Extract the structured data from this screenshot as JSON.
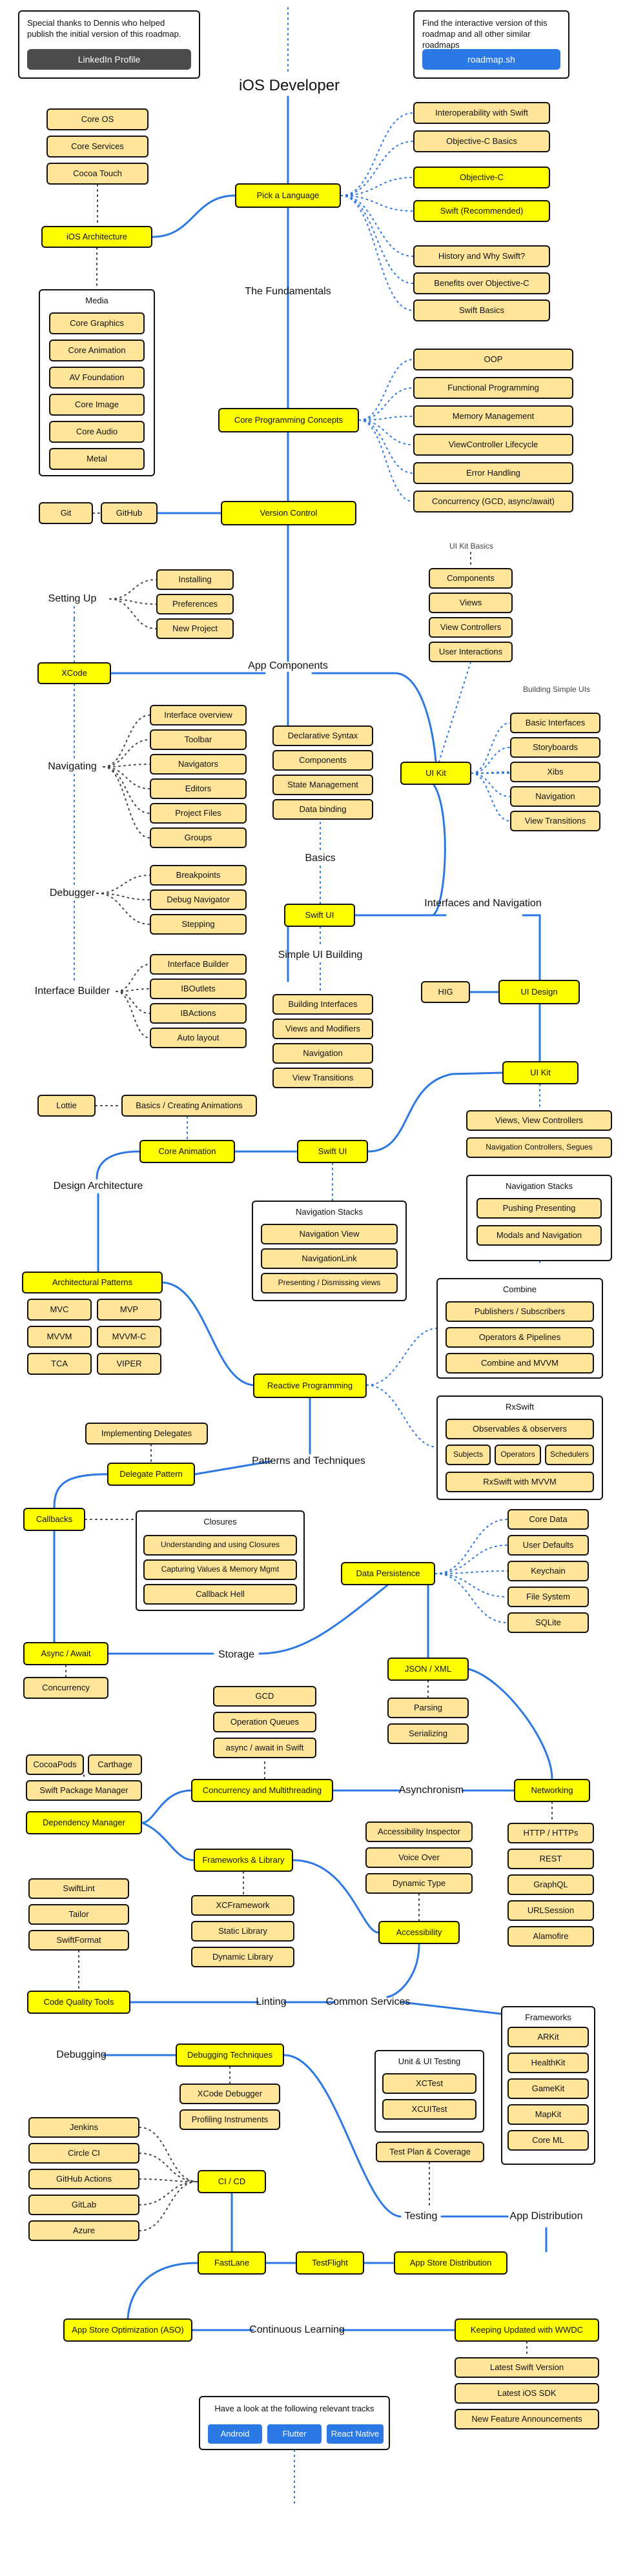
{
  "title": "iOS Developer",
  "colors": {
    "main": "#ffff00",
    "sub": "#ffe599",
    "line": "#2b78e4",
    "dark": "#444444",
    "blue": "#2a79e4"
  },
  "cards": {
    "thanks_text": "Special thanks to Dennis who helped publish the initial version of this roadmap.",
    "linkedin_label": "LinkedIn Profile",
    "find_text": "Find the interactive version of this roadmap and all other similar roadmaps",
    "roadmap_label": "roadmap.sh",
    "tracks_text": "Have a look at the following relevant tracks",
    "tracks": [
      "Android",
      "Flutter",
      "React Native"
    ]
  },
  "nodes": {
    "core_os": "Core OS",
    "core_services": "Core Services",
    "cocoa_touch": "Cocoa Touch",
    "ios_architecture": "iOS Architecture",
    "media": "Media",
    "core_graphics": "Core Graphics",
    "core_animation_media": "Core Animation",
    "av_foundation": "AV Foundation",
    "core_image": "Core Image",
    "core_audio": "Core Audio",
    "metal": "Metal",
    "pick_language": "Pick a Language",
    "interop_swift": "Interoperability with Swift",
    "objc_basics": "Objective-C Basics",
    "objc": "Objective-C",
    "swift_rec": "Swift (Recommended)",
    "history_swift": "History and Why Swift?",
    "benefits_objc": "Benefits over Objective-C",
    "swift_basics": "Swift Basics",
    "fundamentals": "The Fundamentals",
    "core_prog": "Core Programming Concepts",
    "oop": "OOP",
    "functional": "Functional Programming",
    "memory": "Memory Management",
    "vc_lifecycle": "ViewController Lifecycle",
    "error_handling": "Error Handling",
    "concurrency_gcd": "Concurrency (GCD, async/await)",
    "git": "Git",
    "github": "GitHub",
    "version_control": "Version Control",
    "setting_up": "Setting Up",
    "installing": "Installing",
    "preferences": "Preferences",
    "new_project": "New Project",
    "xcode": "XCode",
    "app_components": "App Components",
    "uikit_basics": "UI Kit Basics",
    "components": "Components",
    "views": "Views",
    "view_controllers": "View Controllers",
    "user_interactions": "User Interactions",
    "building_simple_uis": "Building Simple UIs",
    "basic_interfaces": "Basic Interfaces",
    "storyboards": "Storyboards",
    "xibs": "Xibs",
    "navigation_uikit": "Navigation",
    "view_transitions": "View Transitions",
    "ui_kit": "UI Kit",
    "navigating": "Navigating",
    "interface_overview": "Interface overview",
    "toolbar": "Toolbar",
    "navigators": "Navigators",
    "editors": "Editors",
    "project_files": "Project Files",
    "groups": "Groups",
    "declarative": "Declarative Syntax",
    "components_sui": "Components",
    "state_mgmt": "State Management",
    "data_binding": "Data binding",
    "basics": "Basics",
    "swift_ui": "Swift UI",
    "interfaces_nav": "Interfaces and Navigation",
    "debugger": "Debugger",
    "breakpoints": "Breakpoints",
    "debug_navigator": "Debug Navigator",
    "stepping": "Stepping",
    "interface_builder": "Interface Builder",
    "interface_builder_item": "Interface Builder",
    "iboutlets": "IBOutlets",
    "ibactions": "IBActions",
    "auto_layout": "Auto layout",
    "simple_ui_building": "Simple UI Building",
    "building_interfaces": "Building Interfaces",
    "views_modifiers": "Views and Modifiers",
    "navigation_sui": "Navigation",
    "view_transitions_sui": "View Transitions",
    "hig": "HIG",
    "ui_design": "UI Design",
    "ui_kit2": "UI Kit",
    "views_vcs": "Views, View Controllers",
    "nav_segues": "Navigation Controllers, Segues",
    "nav_stacks_right": "Navigation Stacks",
    "pushing_presenting": "Pushing Presenting",
    "modals_nav": "Modals and Navigation",
    "lottie": "Lottie",
    "basics_animations": "Basics / Creating Animations",
    "core_animation": "Core Animation",
    "swift_ui2": "Swift UI",
    "design_architecture": "Design Architecture",
    "nav_stacks": "Navigation Stacks",
    "navigation_view": "Navigation View",
    "navigation_link": "NavigationLink",
    "presenting_dismissing": "Presenting / Dismissing views",
    "arch_patterns": "Architectural Patterns",
    "mvc": "MVC",
    "mvp": "MVP",
    "mvvm": "MVVM",
    "mvvm_c": "MVVM-C",
    "tca": "TCA",
    "viper": "VIPER",
    "combine": "Combine",
    "publishers": "Publishers / Subscribers",
    "operators_pipelines": "Operators & Pipelines",
    "combine_mvvm": "Combine and MVVM",
    "reactive": "Reactive Programming",
    "rxswift": "RxSwift",
    "observables": "Observables & observers",
    "subjects": "Subjects",
    "operators": "Operators",
    "schedulers": "Schedulers",
    "rxswift_mvvm": "RxSwift with MVVM",
    "impl_delegates": "Implementing Delegates",
    "delegate_pattern": "Delegate Pattern",
    "patterns_techniques": "Patterns and Techniques",
    "callbacks": "Callbacks",
    "closures": "Closures",
    "understanding_closures": "Understanding and using Closures",
    "capturing_values": "Capturing Values & Memory Mgmt",
    "callback_hell": "Callback Hell",
    "core_data": "Core Data",
    "user_defaults": "User Defaults",
    "keychain": "Keychain",
    "file_system": "File System",
    "sqlite": "SQLite",
    "data_persistence": "Data Persistence",
    "async_await": "Async / Await",
    "storage": "Storage",
    "concurrency": "Concurrency",
    "json_xml": "JSON / XML",
    "parsing": "Parsing",
    "serializing": "Serializing",
    "gcd": "GCD",
    "operation_queues": "Operation Queues",
    "async_await_swift": "async / await in Swift",
    "cocoapods": "CocoaPods",
    "carthage": "Carthage",
    "spm": "Swift Package Manager",
    "dependency_manager": "Dependency Manager",
    "concurrency_mt": "Concurrency and Multithreading",
    "asynchronism": "Asynchronism",
    "networking": "Networking",
    "http": "HTTP / HTTPs",
    "rest": "REST",
    "graphql": "GraphQL",
    "urlsession": "URLSession",
    "alamofire": "Alamofire",
    "frameworks_library": "Frameworks & Library",
    "xcframework": "XCFramework",
    "static_library": "Static Library",
    "dynamic_library": "Dynamic Library",
    "accessibility_inspector": "Accessibility Inspector",
    "voice_over": "Voice Over",
    "dynamic_type": "Dynamic Type",
    "accessibility": "Accessibility",
    "swiftlint": "SwiftLint",
    "tailor": "Tailor",
    "swiftformat": "SwiftFormat",
    "code_quality": "Code Quality Tools",
    "linting": "Linting",
    "common_services": "Common Services",
    "frameworks": "Frameworks",
    "arkit": "ARKit",
    "healthkit": "HealthKit",
    "gamekit": "GameKit",
    "mapkit": "MapKit",
    "core_ml": "Core ML",
    "debugging": "Debugging",
    "debugging_techniques": "Debugging Techniques",
    "xcode_debugger": "XCode Debugger",
    "profiling": "Profiling Instruments",
    "unit_ui_testing": "Unit & UI Testing",
    "xctest": "XCTest",
    "xcuitest": "XCUITest",
    "test_plan": "Test Plan & Coverage",
    "jenkins": "Jenkins",
    "circle_ci": "Circle CI",
    "github_actions": "GitHub Actions",
    "gitlab": "GitLab",
    "azure": "Azure",
    "ci_cd": "CI / CD",
    "testing": "Testing",
    "app_distribution": "App Distribution",
    "fastlane": "FastLane",
    "testflight": "TestFlight",
    "app_store_distribution": "App Store Distribution",
    "aso": "App Store Optimization (ASO)",
    "continuous_learning": "Continuous Learning",
    "wwdc": "Keeping Updated with WWDC",
    "latest_swift": "Latest Swift Version",
    "latest_ios": "Latest iOS SDK",
    "new_features": "New Feature Announcements"
  }
}
